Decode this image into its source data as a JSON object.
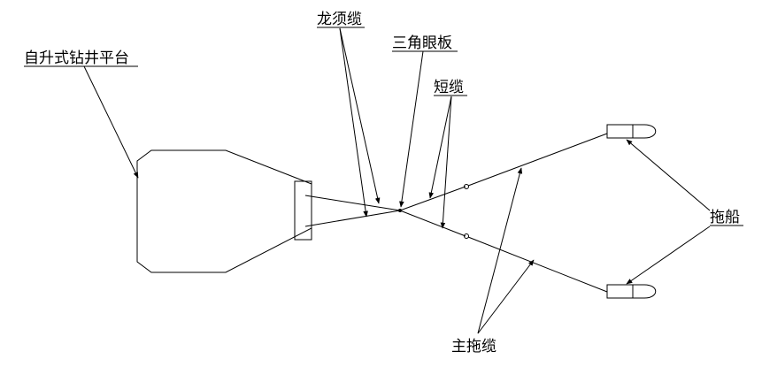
{
  "labels": {
    "platform": "自升式钻井平台",
    "bridle": "龙须缆",
    "triangle_plate": "三角眼板",
    "short_cable": "短缆",
    "tug": "拖船",
    "main_tow_cable": "主拖缆"
  }
}
